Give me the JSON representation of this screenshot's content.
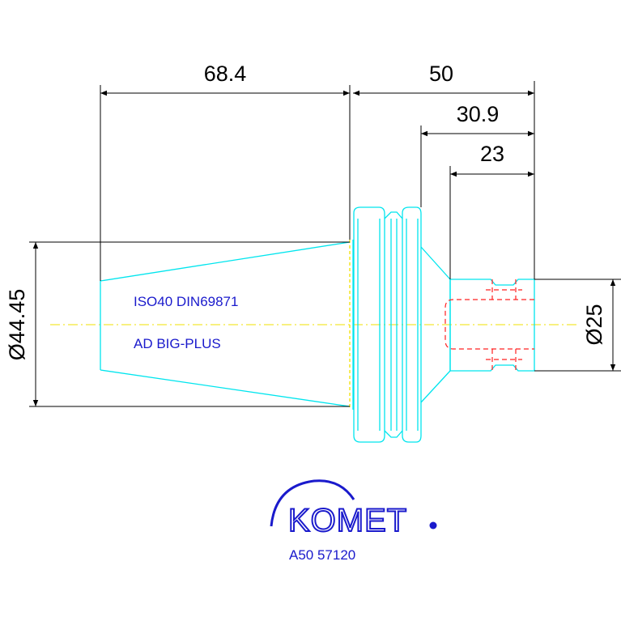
{
  "dimensions": {
    "taper_length": "68.4",
    "overall_length": "50",
    "groove_length": "30.9",
    "shank_length": "23",
    "flange_diameter": "Ø44.45",
    "shank_diameter": "Ø25"
  },
  "labels": {
    "standard": "ISO40 DIN69871",
    "type": "AD  BIG-PLUS"
  },
  "logo": {
    "brand": "KOMET",
    "color": "#1a1acc"
  },
  "part_number": "A50 57120",
  "colors": {
    "outline": "#00e5ee",
    "hidden_lines": "#ff2020",
    "centerline": "#f0e000",
    "dimension_lines": "#000000",
    "annotation_text": "#1a1acc"
  }
}
